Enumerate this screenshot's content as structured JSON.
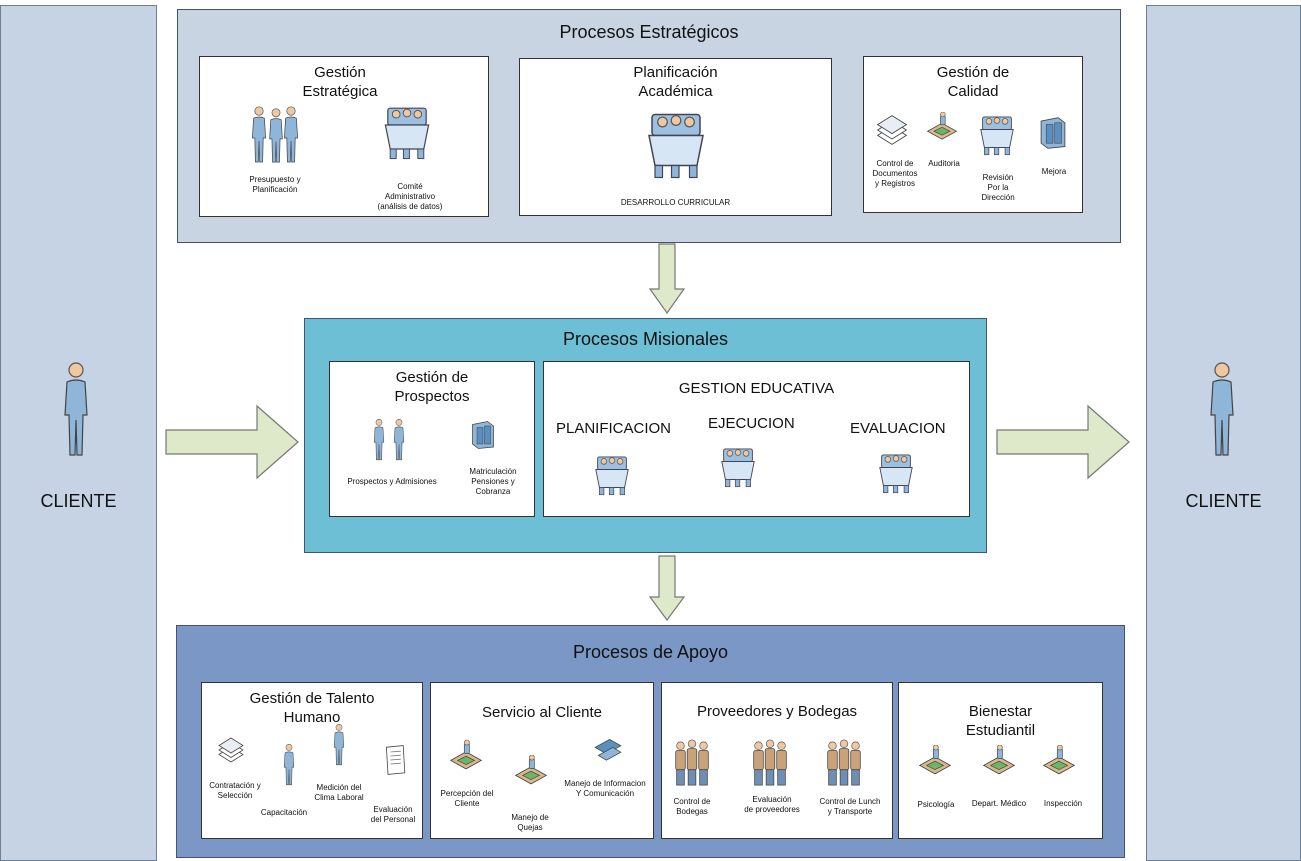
{
  "cliente_left": "CLIENTE",
  "cliente_right": "CLIENTE",
  "estrategicos": {
    "title": "Procesos Estratégicos",
    "gestion_estrategica": {
      "title_l1": "Gestión",
      "title_l2": "Estratégica",
      "presupuesto_l1": "Presupuesto y",
      "presupuesto_l2": "Planificación",
      "comite_l1": "Comité",
      "comite_l2": "Administrativo",
      "comite_l3": "(análisis de datos)"
    },
    "planificacion_academica": {
      "title_l1": "Planificación",
      "title_l2": "Académica",
      "desarrollo": "DESARROLLO CURRICULAR"
    },
    "gestion_calidad": {
      "title_l1": "Gestión de",
      "title_l2": "Calidad",
      "control_l1": "Control de",
      "control_l2": "Documentos",
      "control_l3": "y Registros",
      "auditoria": "Auditoria",
      "revision_l1": "Revisión",
      "revision_l2": "Por la",
      "revision_l3": "Dirección",
      "mejora": "Mejora"
    }
  },
  "misionales": {
    "title": "Procesos Misionales",
    "prospectos": {
      "title_l1": "Gestión de",
      "title_l2": "Prospectos",
      "admisiones": "Prospectos y Admisiones",
      "matric_l1": "Matriculación",
      "matric_l2": "Pensiones y",
      "matric_l3": "Cobranza"
    },
    "educativa": {
      "title": "GESTION EDUCATIVA",
      "planificacion": "PLANIFICACION",
      "ejecucion": "EJECUCION",
      "evaluacion": "EVALUACION"
    }
  },
  "apoyo": {
    "title": "Procesos de Apoyo",
    "talento": {
      "title_l1": "Gestión de Talento",
      "title_l2": "Humano",
      "contratacion_l1": "Contratación y",
      "contratacion_l2": "Selección",
      "capacitacion": "Capacitación",
      "medicion_l1": "Medición del",
      "medicion_l2": "Clima Laboral",
      "evaluacion_l1": "Evaluación",
      "evaluacion_l2": "del Personal"
    },
    "servicio": {
      "title": "Servicio al Cliente",
      "percepcion_l1": "Percepción del",
      "percepcion_l2": "Cliente",
      "quejas_l1": "Manejo de",
      "quejas_l2": "Quejas",
      "info_l1": "Manejo de Informacion",
      "info_l2": "Y Comunicación"
    },
    "proveedores": {
      "title": "Proveedores y Bodegas",
      "bodegas_l1": "Control de",
      "bodegas_l2": "Bodegas",
      "evalprov_l1": "Evaluación",
      "evalprov_l2": "de proveedores",
      "lunch_l1": "Control de Lunch",
      "lunch_l2": "y Transporte"
    },
    "bienestar": {
      "title_l1": "Bienestar",
      "title_l2": "Estudiantil",
      "psicologia": "Psicología",
      "medico": "Depart. Médico",
      "inspeccion": "Inspección"
    }
  },
  "colors": {
    "side": "#c5d3e4",
    "estrategicos_band": "#c9d4e3",
    "misionales_band": "#6cbfd4",
    "apoyo_band": "#7b97c5",
    "arrow_fill": "#dde9c8"
  }
}
